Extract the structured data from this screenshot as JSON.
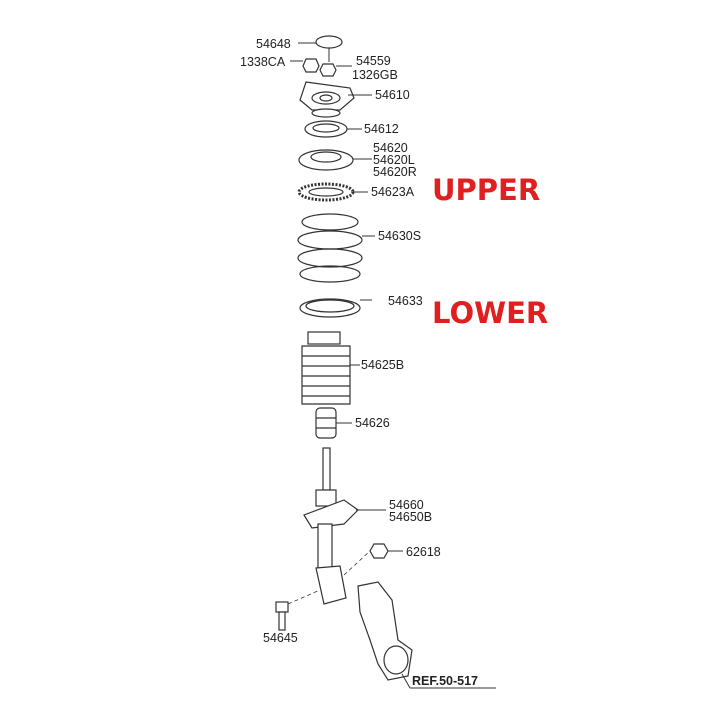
{
  "labels": {
    "p54648": "54648",
    "p1338CA": "1338CA",
    "p54559": "54559",
    "p1326GB": "1326GB",
    "p54610": "54610",
    "p54612": "54612",
    "p54620": "54620",
    "p54620L": "54620L",
    "p54620R": "54620R",
    "p54623A": "54623A",
    "p54630S": "54630S",
    "p54633": "54633",
    "p54625B": "54625B",
    "p54626": "54626",
    "p54660": "54660",
    "p54650B": "54650B",
    "p62618": "62618",
    "p54645": "54645",
    "ref": "REF.50-517"
  },
  "annotations": {
    "upper": "UPPER",
    "lower": "LOWER"
  },
  "colors": {
    "annotation": "#e02020"
  }
}
